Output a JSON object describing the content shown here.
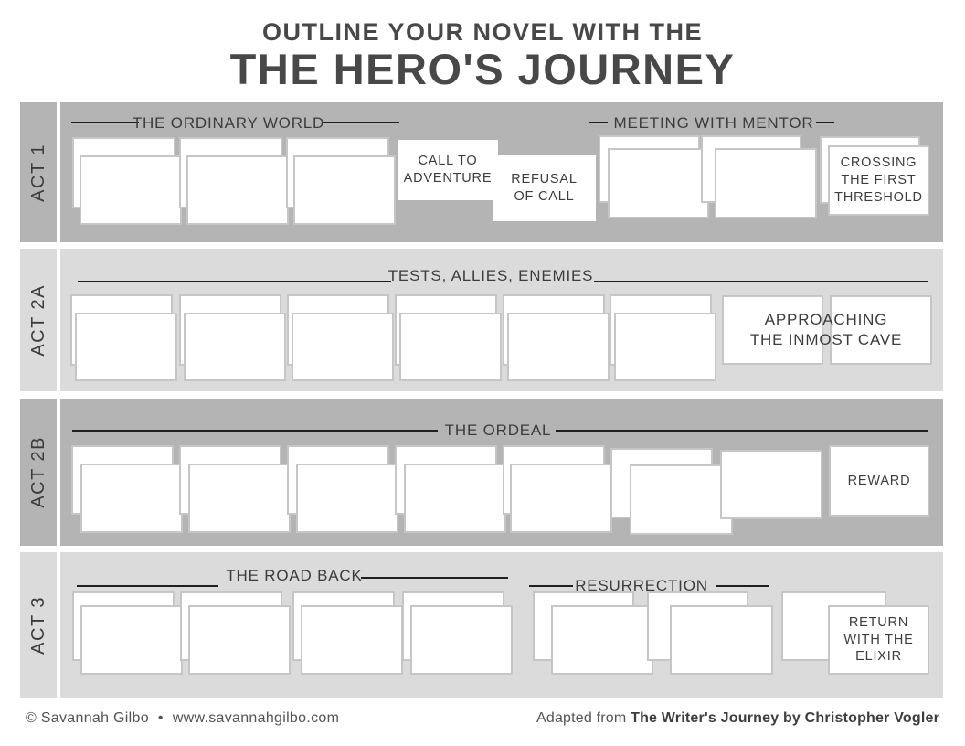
{
  "title": {
    "line1": "OUTLINE YOUR NOVEL WITH THE",
    "line2": "THE HERO'S JOURNEY"
  },
  "acts": [
    {
      "label": "ACT 1",
      "sections": [
        "THE ORDINARY WORLD",
        "MEETING WITH MENTOR"
      ],
      "milestones": [
        {
          "lines": [
            "CALL TO",
            "ADVENTURE"
          ]
        },
        {
          "lines": [
            "REFUSAL",
            "OF CALL"
          ]
        },
        {
          "lines": [
            "CROSSING",
            "THE FIRST",
            "THRESHOLD"
          ]
        }
      ]
    },
    {
      "label": "ACT 2A",
      "sections": [
        "TESTS, ALLIES, ENEMIES"
      ],
      "milestones": [
        {
          "lines": [
            "APPROACHING",
            "THE INMOST CAVE"
          ]
        }
      ]
    },
    {
      "label": "ACT 2B",
      "sections": [
        "THE ORDEAL"
      ],
      "milestones": [
        {
          "lines": [
            "REWARD"
          ]
        }
      ]
    },
    {
      "label": "ACT 3",
      "sections": [
        "THE ROAD BACK",
        "RESURRECTION"
      ],
      "milestones": [
        {
          "lines": [
            "RETURN",
            "WITH THE",
            "ELIXIR"
          ]
        }
      ]
    }
  ],
  "footer": {
    "credit": "© Savannah Gilbo",
    "separator": "•",
    "website": "www.savannahgilbo.com",
    "adapted_prefix": "Adapted from",
    "adapted_source": "The Writer's Journey by Christopher Vogler"
  },
  "colors": {
    "band-dark": "#b4b4b4",
    "band-light": "#dbdbdb",
    "card-border": "#c6c6c6",
    "rule-line": "#1f1f1f",
    "heading-text": "#3c3c3c",
    "title-text": "#484848",
    "footer-text": "#535353"
  }
}
